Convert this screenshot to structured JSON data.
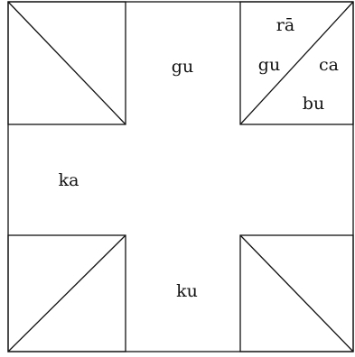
{
  "labels": {
    "top_center": "gu",
    "top_right_top": "rā",
    "top_right_left": "gu",
    "top_right_right": "ca",
    "top_right_bottom": "bu",
    "middle_left": "ka",
    "bottom_center": "ku"
  },
  "colors": {
    "line": "#111111",
    "background": "#ffffff"
  }
}
